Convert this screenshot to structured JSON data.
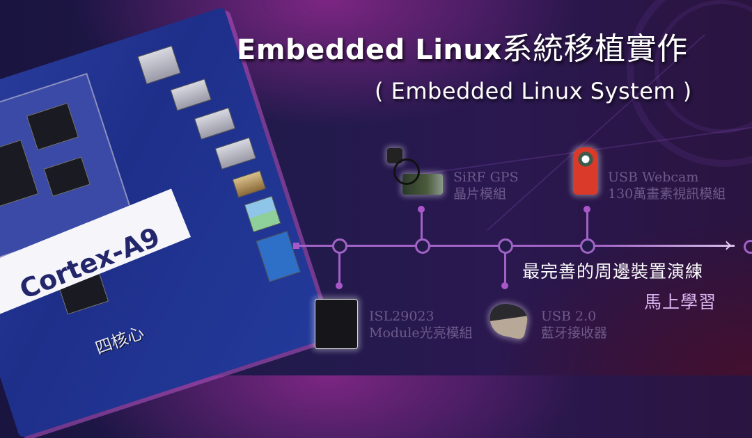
{
  "banner": {
    "title_latin": "Embedded Linux",
    "title_cjk": "系統移植實作",
    "subtitle": "( Embedded Linux System )",
    "tagline": "最完善的周邊裝置演練",
    "cta": "馬上學習"
  },
  "board": {
    "label": "Cortex-A9",
    "sublabel": "四核心"
  },
  "timeline": {
    "devices": [
      {
        "id": "gps",
        "line1": "SiRF GPS",
        "line2": "晶片模組",
        "position": "top"
      },
      {
        "id": "webcam",
        "line1": "USB Webcam",
        "line2": "130萬畫素視訊模組",
        "position": "top"
      },
      {
        "id": "light-sensor",
        "line1": "ISL29023",
        "line2": "Module光亮模組",
        "position": "bottom"
      },
      {
        "id": "bluetooth",
        "line1": "USB 2.0",
        "line2": "藍牙接收器",
        "position": "bottom"
      }
    ],
    "arrow": "›"
  },
  "colors": {
    "accent": "#a163c6",
    "device_label": "#6e5a8a",
    "cta": "#d8b4f0"
  }
}
